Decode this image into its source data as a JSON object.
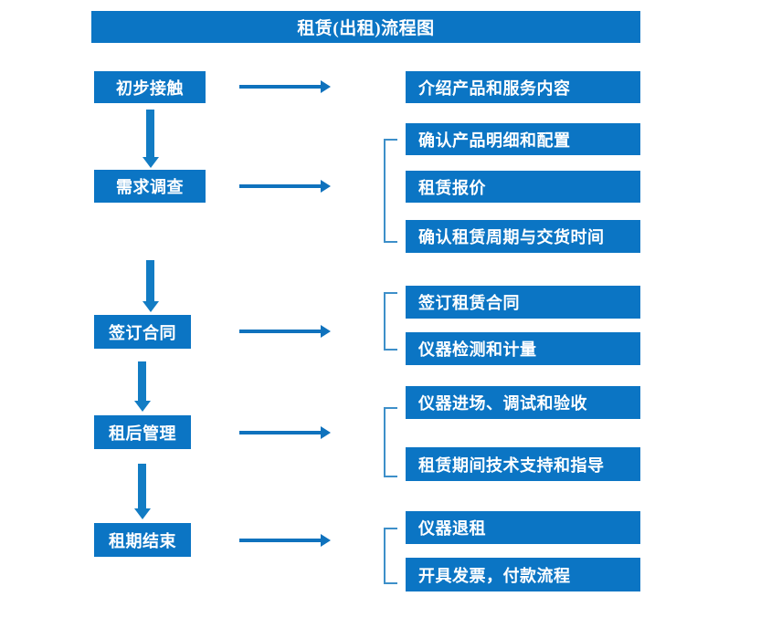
{
  "diagram": {
    "title": "租赁(出租)流程图",
    "colors": {
      "box_fill": "#0b75c4",
      "box_text": "#ffffff",
      "arrow": "#0f72bd",
      "bracket": "#3d8fc9",
      "background": "#ffffff"
    },
    "stages": [
      {
        "id": "stage-1",
        "label": "初步接触"
      },
      {
        "id": "stage-2",
        "label": "需求调查"
      },
      {
        "id": "stage-3",
        "label": "签订合同"
      },
      {
        "id": "stage-4",
        "label": "租后管理"
      },
      {
        "id": "stage-5",
        "label": "租期结束"
      }
    ],
    "detail_groups": [
      {
        "group_id": "group-1",
        "for_stage": "初步接触",
        "has_bracket": false,
        "items": [
          {
            "label": "介绍产品和服务内容"
          }
        ]
      },
      {
        "group_id": "group-2",
        "for_stage": "需求调查",
        "has_bracket": true,
        "items": [
          {
            "label": "确认产品明细和配置"
          },
          {
            "label": "租赁报价"
          },
          {
            "label": "确认租赁周期与交货时间"
          }
        ]
      },
      {
        "group_id": "group-3",
        "for_stage": "签订合同",
        "has_bracket": true,
        "items": [
          {
            "label": "签订租赁合同"
          },
          {
            "label": "仪器检测和计量"
          }
        ]
      },
      {
        "group_id": "group-4",
        "for_stage": "租后管理",
        "has_bracket": true,
        "items": [
          {
            "label": "仪器进场、调试和验收"
          },
          {
            "label": "租赁期间技术支持和指导"
          }
        ]
      },
      {
        "group_id": "group-5",
        "for_stage": "租期结束",
        "has_bracket": true,
        "items": [
          {
            "label": "仪器退租"
          },
          {
            "label": "开具发票，付款流程"
          }
        ]
      }
    ],
    "connectors": {
      "vertical_count": 4,
      "horizontal_count": 5
    }
  }
}
